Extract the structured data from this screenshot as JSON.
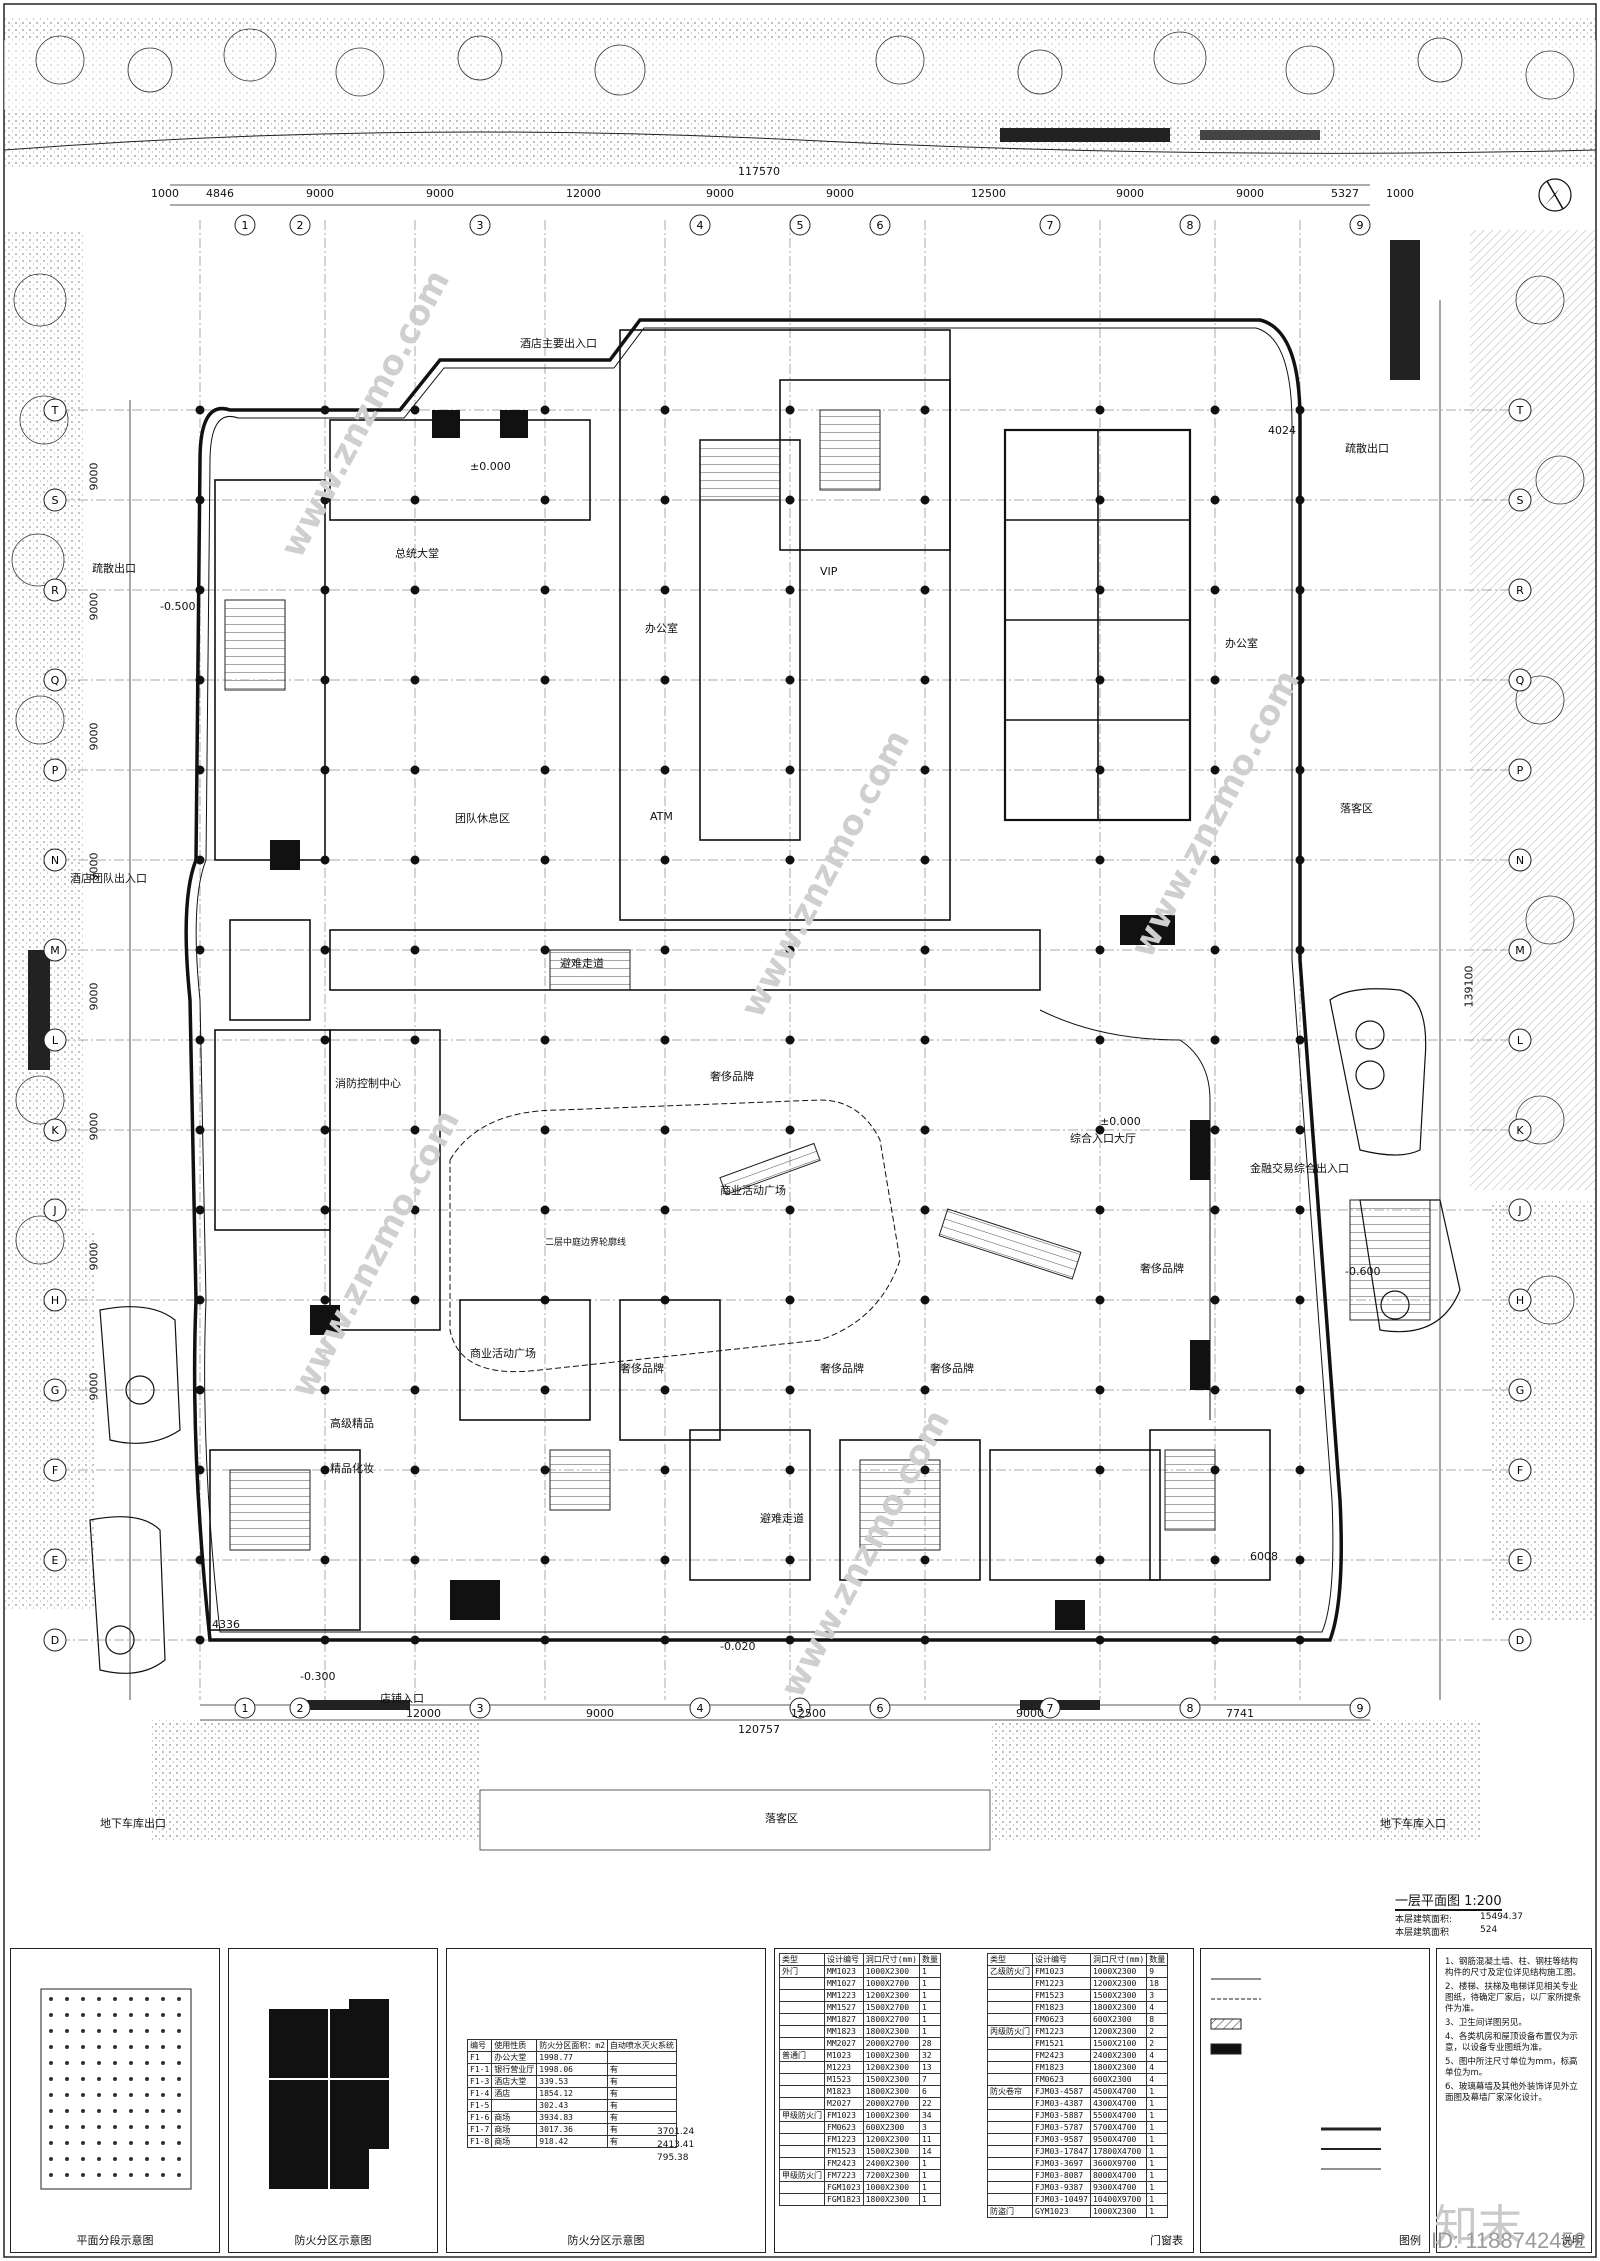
{
  "drawing": {
    "title": "一层平面图 1:200",
    "area_label": "本层建筑面积:",
    "area_value": "15494.37",
    "area_label2": "本层建筑面积",
    "area_value2": "524"
  },
  "dimensions": {
    "top": [
      "1000",
      "4846",
      "9000",
      "9000",
      "12000",
      "9000",
      "9000",
      "12500",
      "9000",
      "9000",
      "5327",
      "1000"
    ],
    "top_total": "117570",
    "bottom": [
      "12000",
      "9000",
      "12500",
      "9000",
      "7741"
    ],
    "bottom_total": "120757",
    "left": [
      "9000",
      "9000",
      "9000",
      "9000",
      "9000",
      "9000",
      "9000",
      "9000"
    ],
    "right_total": "139100",
    "misc": [
      "4024",
      "4336",
      "6008"
    ]
  },
  "grid": {
    "rows": [
      "T",
      "S",
      "R",
      "Q",
      "P",
      "N",
      "M",
      "L",
      "K",
      "J",
      "H",
      "G",
      "F",
      "E",
      "D"
    ],
    "cols": [
      "1",
      "2",
      "3",
      "4",
      "5",
      "6",
      "7",
      "8",
      "9"
    ]
  },
  "rooms": {
    "lobby": "总统大堂",
    "hotel_entrance": "酒店主要出入口",
    "hotel_group_entrance": "酒店团队出入口",
    "event_plaza": "商业活动广场",
    "main_plaza": "综合入口大厅",
    "atm": "ATM",
    "vip": "VIP",
    "control": "消防控制中心",
    "luxury": "奢侈品牌",
    "corridor": "避难走道",
    "fine_goods": "精品化妆",
    "finance_entrance": "金融交易综合出入口",
    "shop_entrance": "店铺入口",
    "drop_off": "落客区",
    "basement_ramp": "地下车库出口",
    "basement_ramp2": "地下车库入口",
    "office": "办公室",
    "banquet": "团队休息区",
    "escalator_note": "二层中庭边界轮廓线",
    "shop": "高级精品",
    "exit": "疏散出口"
  },
  "elevations": [
    "±0.000",
    "-0.020",
    "-0.500",
    "-0.300",
    "±0.000",
    "-0.600"
  ],
  "bottom_panels": {
    "partition_title": "平面分段示意图",
    "fire_title": "防火分区示意图",
    "fire_title2": "防火分区示意图",
    "door_title": "门窗表",
    "legend_title": "图例",
    "notes_title": "说明"
  },
  "fire_table": {
    "headers": [
      "编号",
      "使用性质",
      "防火分区面积：m2",
      "自动喷水灭火系统"
    ],
    "rows": [
      [
        "F1",
        "办公大堂",
        "1998.77",
        ""
      ],
      [
        "F1-1",
        "银行营业厅",
        "1998.06",
        "有"
      ],
      [
        "F1-3",
        "酒店大堂",
        "339.53",
        "有"
      ],
      [
        "F1-4",
        "酒店",
        "1854.12",
        "有"
      ],
      [
        "F1-5",
        "",
        "302.43",
        "有"
      ],
      [
        "F1-6",
        "商场",
        "3934.83",
        "有"
      ],
      [
        "F1-7",
        "商场",
        "3017.36",
        "有"
      ],
      [
        "F1-8",
        "商场",
        "918.42",
        "有"
      ]
    ],
    "extra": [
      "3701.24",
      "2413.41",
      "795.38"
    ]
  },
  "door_table1": {
    "headers": [
      "类型",
      "设计编号",
      "洞口尺寸(mm)",
      "数量"
    ],
    "rows": [
      [
        "外门",
        "MM1023",
        "1000X2300",
        "1"
      ],
      [
        "",
        "MM1027",
        "1000X2700",
        "1"
      ],
      [
        "",
        "MM1223",
        "1200X2300",
        "1"
      ],
      [
        "",
        "MM1527",
        "1500X2700",
        "1"
      ],
      [
        "",
        "MM1827",
        "1800X2700",
        "1"
      ],
      [
        "",
        "MM1823",
        "1800X2300",
        "1"
      ],
      [
        "",
        "MM2027",
        "2000X2700",
        "28"
      ],
      [
        "普通门",
        "M1023",
        "1000X2300",
        "32"
      ],
      [
        "",
        "M1223",
        "1200X2300",
        "13"
      ],
      [
        "",
        "M1523",
        "1500X2300",
        "7"
      ],
      [
        "",
        "M1823",
        "1800X2300",
        "6"
      ],
      [
        "",
        "M2027",
        "2000X2700",
        "22"
      ],
      [
        "甲级防火门",
        "FM1023",
        "1000X2300",
        "34"
      ],
      [
        "",
        "FM0623",
        "600X2300",
        "3"
      ],
      [
        "",
        "FM1223",
        "1200X2300",
        "11"
      ],
      [
        "",
        "FM1523",
        "1500X2300",
        "14"
      ],
      [
        "",
        "FM2423",
        "2400X2300",
        "1"
      ],
      [
        "甲级防火门",
        "FM7223",
        "7200X2300",
        "1"
      ],
      [
        "",
        "FGM1023",
        "1000X2300",
        "1"
      ],
      [
        "",
        "FGM1823",
        "1800X2300",
        "1"
      ]
    ]
  },
  "door_table2": {
    "headers": [
      "类型",
      "设计编号",
      "洞口尺寸(mm)",
      "数量"
    ],
    "rows": [
      [
        "乙级防火门",
        "FM1023",
        "1000X2300",
        "9"
      ],
      [
        "",
        "FM1223",
        "1200X2300",
        "18"
      ],
      [
        "",
        "FM1523",
        "1500X2300",
        "3"
      ],
      [
        "",
        "FM1823",
        "1800X2300",
        "4"
      ],
      [
        "",
        "FM0623",
        "600X2300",
        "8"
      ],
      [
        "丙级防火门",
        "FM1223",
        "1200X2300",
        "2"
      ],
      [
        "",
        "FM1521",
        "1500X2100",
        "2"
      ],
      [
        "",
        "FM2423",
        "2400X2300",
        "4"
      ],
      [
        "",
        "FM1823",
        "1800X2300",
        "4"
      ],
      [
        "",
        "FM0623",
        "600X2300",
        "4"
      ],
      [
        "防火卷帘",
        "FJM03-4587",
        "4500X4700",
        "1"
      ],
      [
        "",
        "FJM03-4387",
        "4300X4700",
        "1"
      ],
      [
        "",
        "FJM03-5887",
        "5500X4700",
        "1"
      ],
      [
        "",
        "FJM03-5787",
        "5700X4700",
        "1"
      ],
      [
        "",
        "FJM03-9587",
        "9500X4700",
        "1"
      ],
      [
        "",
        "FJM03-17847",
        "17800X4700",
        "1"
      ],
      [
        "",
        "FJM03-3697",
        "3600X9700",
        "1"
      ],
      [
        "",
        "FJM03-8087",
        "8000X4700",
        "1"
      ],
      [
        "",
        "FJM03-9387",
        "9300X4700",
        "1"
      ],
      [
        "",
        "FJM03-10497",
        "10400X9700",
        "1"
      ],
      [
        "防盗门",
        "GYM1023",
        "1000X2300",
        "1"
      ]
    ]
  },
  "notes": [
    "1、钢筋混凝土墙、柱、钢柱等结构构件的尺寸及定位详见结构施工图。",
    "2、楼梯、扶梯及电梯详见相关专业图纸，待确定厂家后，以厂家所提条件为准。",
    "3、卫生间详图另见。",
    "4、各类机房和屋顶设备布置仅为示意，以设备专业图纸为准。",
    "5、图中所注尺寸单位为mm，标高单位为m。",
    "6、玻璃幕墙及其他外装饰详见外立面图及幕墙厂家深化设计。"
  ],
  "watermark": {
    "site": "www.znzmo.com",
    "logo": "知末",
    "id": "ID: 1188742452"
  }
}
